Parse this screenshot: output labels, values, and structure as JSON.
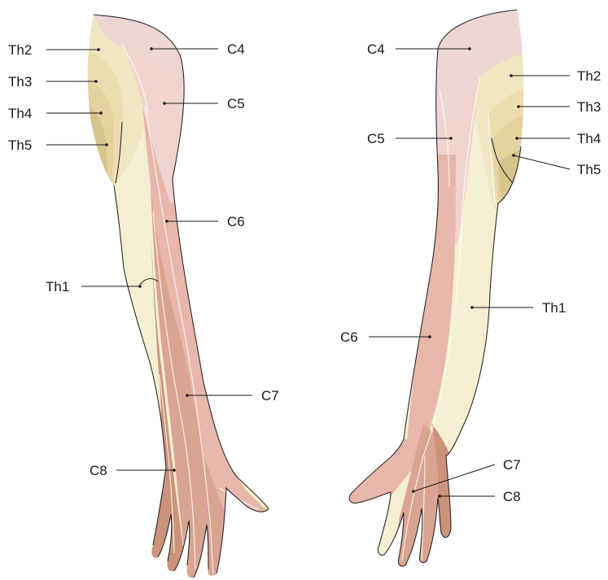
{
  "colors": {
    "th_light": "#f5efd2",
    "th_mid": "#ece0b4",
    "th_dark": "#d9c48d",
    "c4": "#eed6d2",
    "c5": "#f1d2cd",
    "c6": "#e8b4a9",
    "c7": "#d7a08c",
    "c8": "#c98f75",
    "outline": "#2a2a2a"
  },
  "left_arm": {
    "labels": {
      "th2": "Th2",
      "th3": "Th3",
      "th4": "Th4",
      "th5": "Th5",
      "th1": "Th1",
      "c8": "C8",
      "c4": "C4",
      "c5": "C5",
      "c6": "C6",
      "c7": "C7"
    }
  },
  "right_arm": {
    "labels": {
      "c4": "C4",
      "c5": "C5",
      "c6": "C6",
      "th2": "Th2",
      "th3": "Th3",
      "th4": "Th4",
      "th5": "Th5",
      "th1": "Th1",
      "c7": "C7",
      "c8": "C8"
    }
  }
}
